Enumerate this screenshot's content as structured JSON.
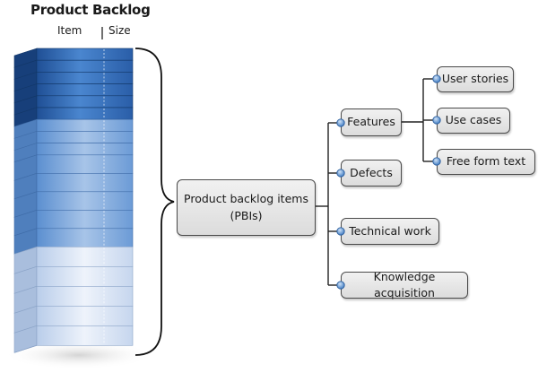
{
  "backlog": {
    "title": "Product Backlog",
    "item_header": "Item",
    "size_header": "Size"
  },
  "nodes": {
    "pbi_line1": "Product backlog items",
    "pbi_line2": "(PBIs)",
    "features": "Features",
    "defects": "Defects",
    "technical_work": "Technical work",
    "knowledge_acquisition": "Knowledge acquisition",
    "user_stories": "User stories",
    "use_cases": "Use cases",
    "free_form_text": "Free form text"
  },
  "colors": {
    "dark_blue": "#3a6fb5",
    "light_blue": "#dfe8f5",
    "node_fill": "#e6e6e6",
    "node_border": "#4a4a4a",
    "connector_dot": "#6d9ed6",
    "line": "#222222"
  },
  "icons": {
    "stack": "product-backlog-stack",
    "brace": "curly-brace",
    "dot": "connector-dot"
  }
}
